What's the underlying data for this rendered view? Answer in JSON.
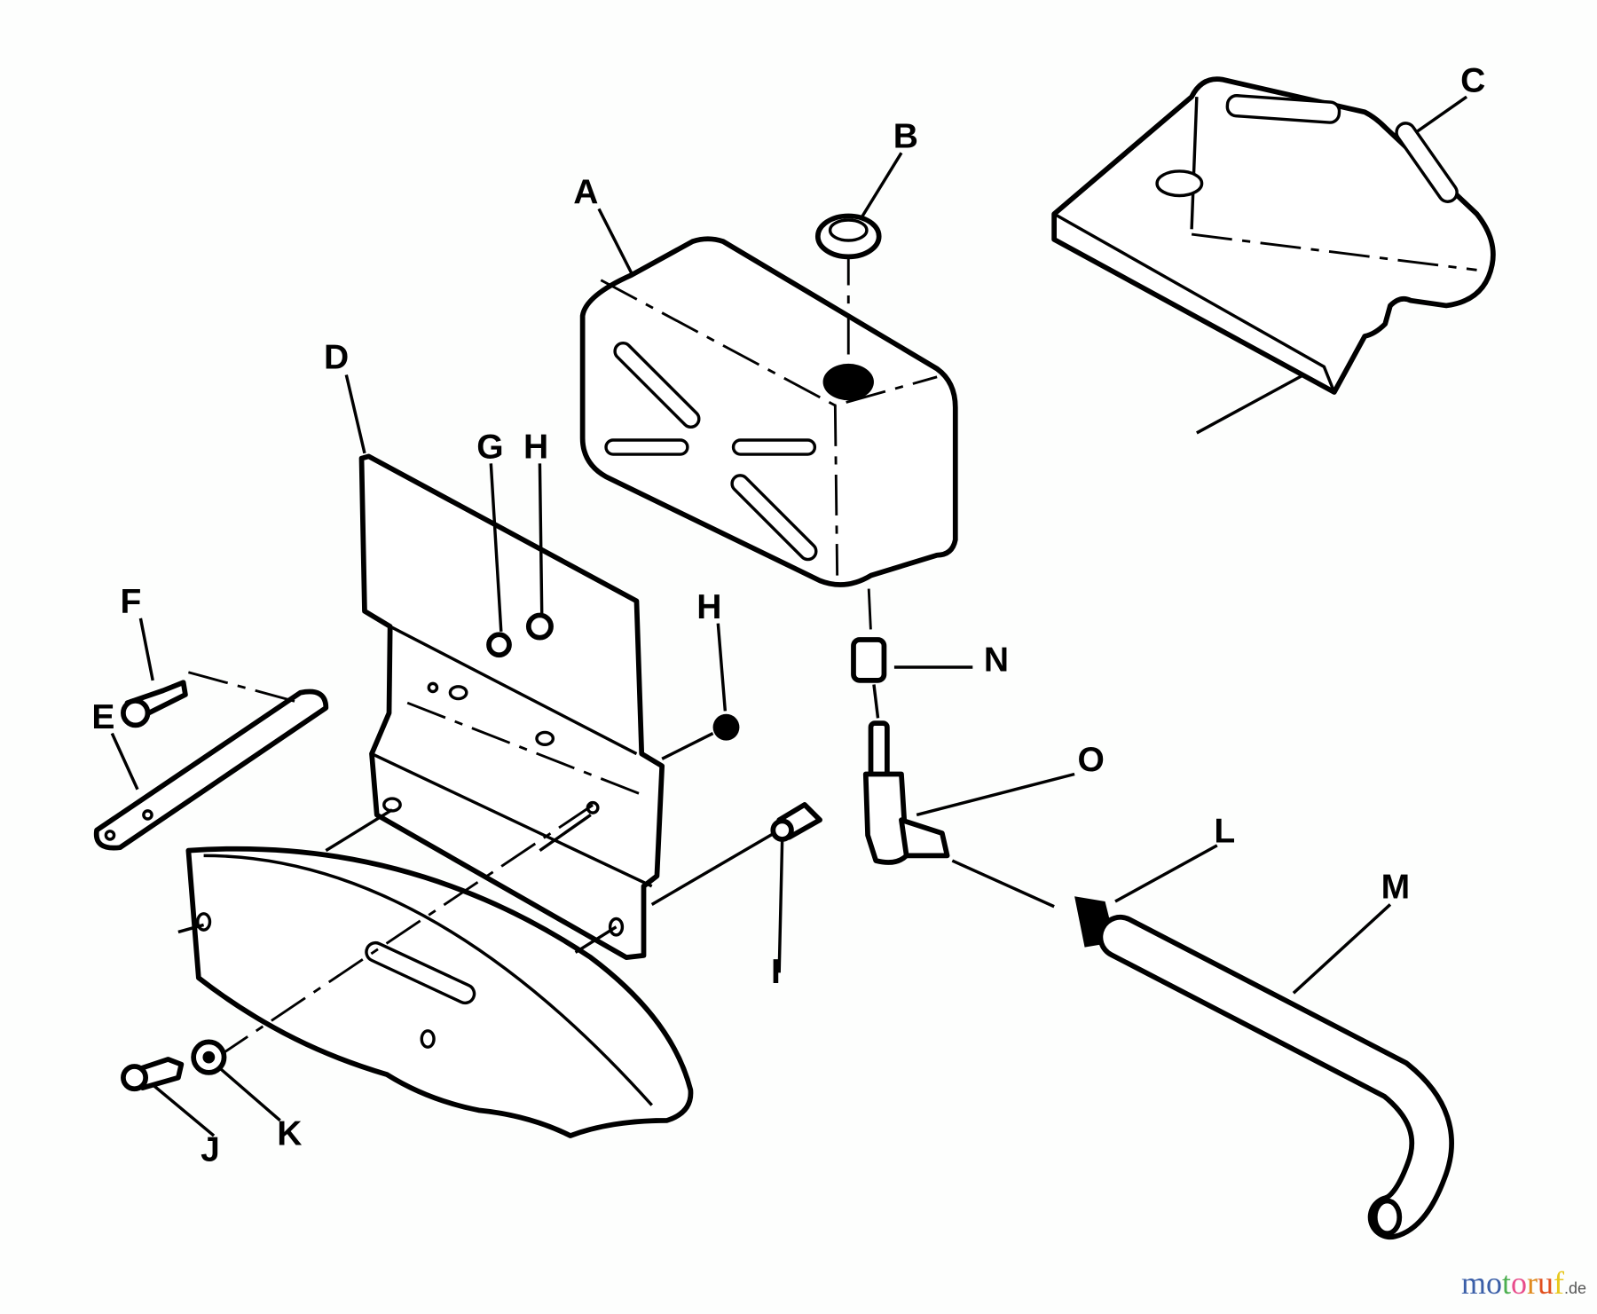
{
  "labels": {
    "A": "A",
    "B": "B",
    "C": "C",
    "D": "D",
    "E": "E",
    "F": "F",
    "G": "G",
    "H1": "H",
    "H2": "H",
    "I": "I",
    "J": "J",
    "K": "K",
    "L": "L",
    "M": "M",
    "N": "N",
    "O": "O"
  },
  "watermark": {
    "letters": [
      "m",
      "o",
      "t",
      "o",
      "r",
      "u",
      "f"
    ],
    "suffix": ".de",
    "colors": [
      "#3b5fa8",
      "#3b5fa8",
      "#4caf50",
      "#e84c8b",
      "#e08a1e",
      "#e0501e",
      "#e8c81e"
    ]
  }
}
